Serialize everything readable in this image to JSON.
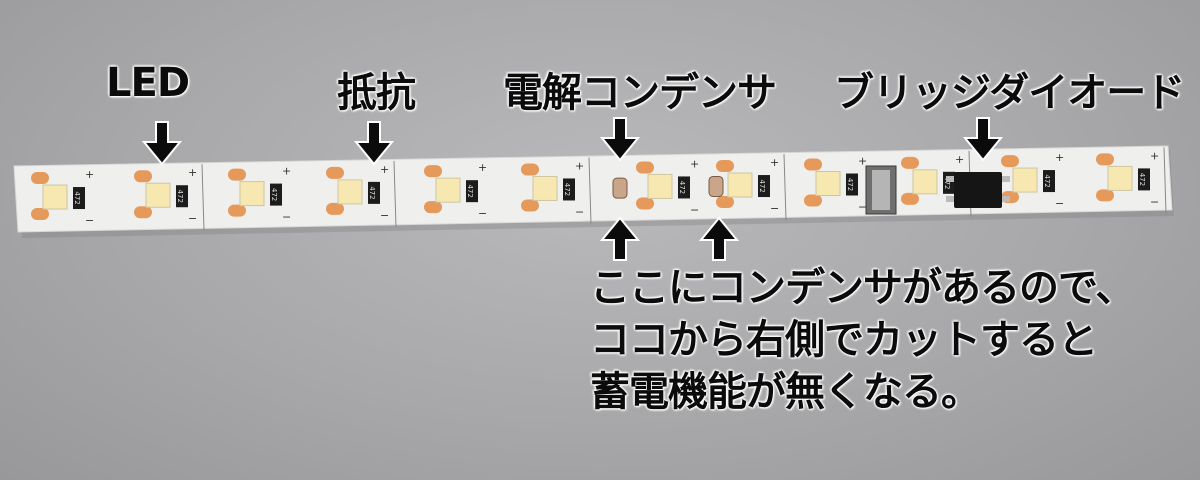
{
  "labels": {
    "led": "LED",
    "resistor": "抵抗",
    "capacitor": "電解コンデンサ",
    "bridge_diode": "ブリッジダイオード"
  },
  "note": {
    "line1": "ここにコンデンサがあるので、",
    "line2": "ココから右側でカットすると",
    "line3": "蓄電機能が無くなる。"
  },
  "strip": {
    "resistor_code": "472",
    "plus": "+",
    "minus": "−",
    "board_color": "#efefed",
    "pad_color": "#e59a5c",
    "led_color": "#f6e8b0"
  }
}
